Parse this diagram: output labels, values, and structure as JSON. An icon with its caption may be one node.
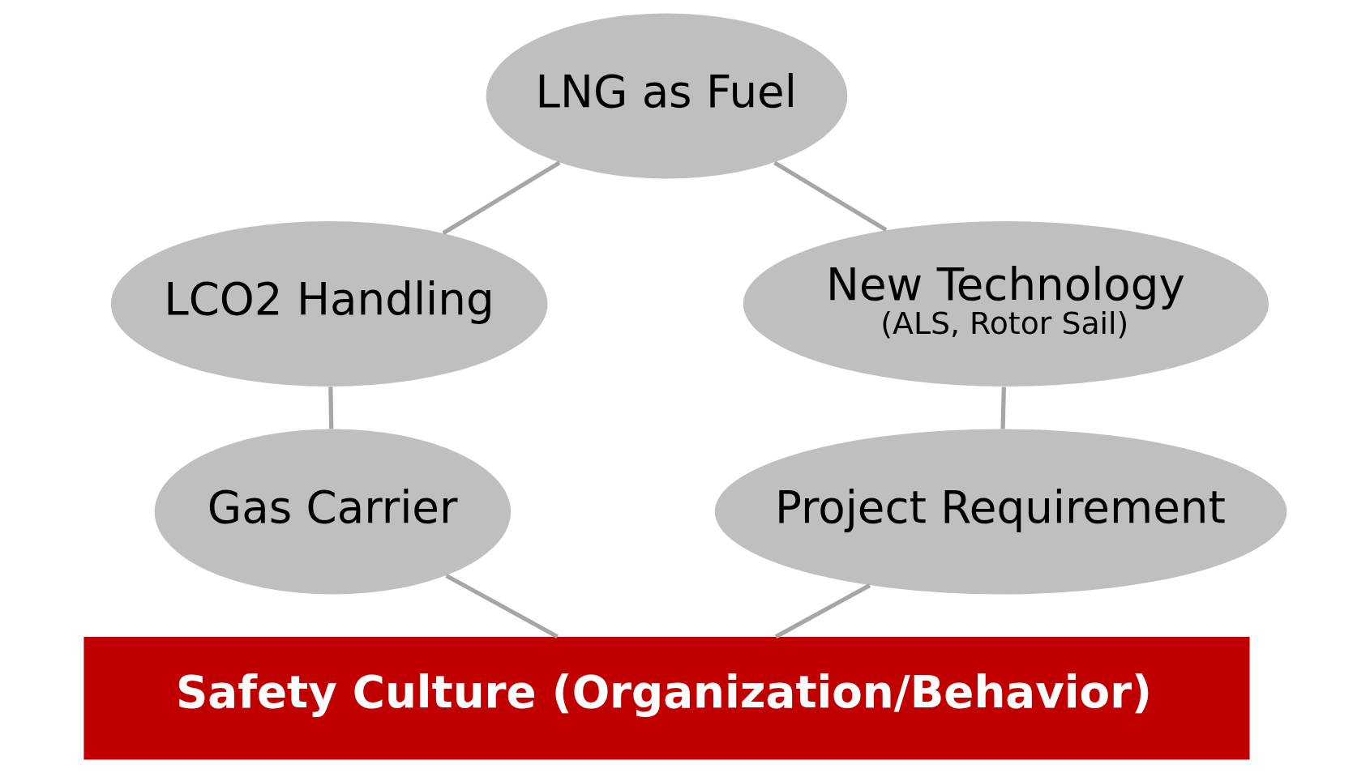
{
  "diagram": {
    "nodes": [
      {
        "text": [
          "LNG as Fuel"
        ]
      },
      {
        "text": [
          "LCO2 Handling"
        ]
      },
      {
        "text": [
          "New Technology",
          "(ALS, Rotor Sail)"
        ]
      },
      {
        "text": [
          "Gas Carrier"
        ]
      },
      {
        "text": [
          "Project Requirement"
        ]
      },
      {
        "text": [
          "Safety Culture (Organization/Behavior)"
        ]
      }
    ],
    "edges": [
      {
        "from": 0,
        "to": 1,
        "arrow": "none"
      },
      {
        "from": 0,
        "to": 2,
        "arrow": "none"
      },
      {
        "from": 1,
        "to": 3,
        "arrow": "none"
      },
      {
        "from": 2,
        "to": 4,
        "arrow": "none"
      },
      {
        "from": 3,
        "to": 5,
        "arrow": "none"
      },
      {
        "from": 4,
        "to": 5,
        "arrow": "none"
      }
    ]
  }
}
